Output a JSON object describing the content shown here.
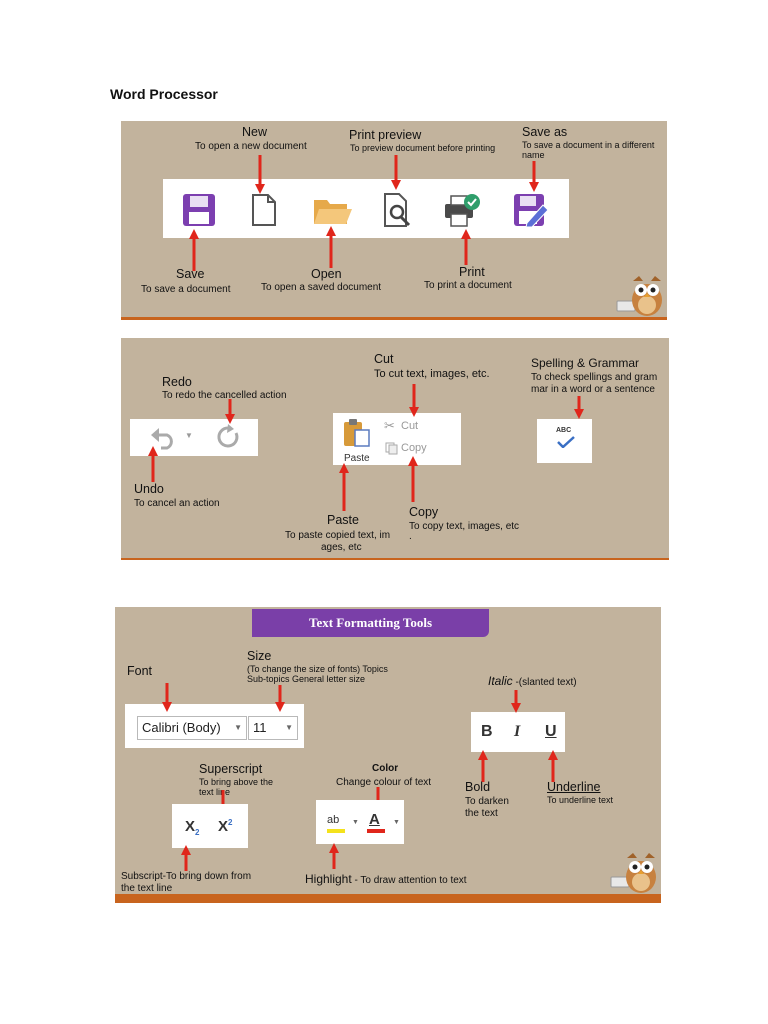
{
  "page": {
    "heading": "Word Processor"
  },
  "panel1": {
    "new": {
      "title": "New",
      "desc": "To open a new document"
    },
    "print_preview": {
      "title": "Print preview",
      "desc": "To preview document before printing"
    },
    "save_as": {
      "title": "Save as",
      "desc_line1": "To save a document in a different",
      "desc_line2": "name"
    },
    "save": {
      "title": "Save",
      "desc": "To save a document"
    },
    "open": {
      "title": "Open",
      "desc": "To open a saved document"
    },
    "print": {
      "title": "Print",
      "desc": "To print a document"
    },
    "icons": [
      "save-icon",
      "new-document-icon",
      "open-folder-icon",
      "print-preview-icon",
      "print-icon",
      "save-as-icon"
    ]
  },
  "panel2": {
    "cut": {
      "title": "Cut",
      "desc": "To cut text, images, etc."
    },
    "redo": {
      "title": "Redo",
      "desc": "To redo the cancelled action"
    },
    "spelling": {
      "title": "Spelling & Grammar",
      "desc_line1": "To check spellings and gram",
      "desc_line2": "mar in a word or a sentence"
    },
    "undo": {
      "title": "Undo",
      "desc": "To cancel an action"
    },
    "paste": {
      "title": "Paste",
      "desc_line1": "To paste copied text, im",
      "desc_line2": "ages, etc"
    },
    "copy": {
      "title": "Copy",
      "desc_line1": "To copy text, images, etc",
      "desc_line2": "."
    },
    "clipboard": {
      "cut_label": "Cut",
      "copy_label": "Copy",
      "paste_label": "Paste"
    },
    "abc_label": "ABC"
  },
  "panel3": {
    "title": "Text Formatting Tools",
    "font": {
      "title": "Font",
      "value": "Calibri (Body)"
    },
    "size": {
      "title": "Size",
      "desc_line1": "(To change the size of fonts) Topics",
      "desc_line2": "Sub-topics General letter size",
      "value": "11"
    },
    "italic": {
      "title": "Italic",
      "desc": " -(slanted text)"
    },
    "format_buttons": {
      "bold": "B",
      "italic": "I",
      "underline": "U"
    },
    "superscript": {
      "title": "Superscript",
      "desc_line1": "To bring above the",
      "desc_line2": "text line"
    },
    "color": {
      "title": "Color",
      "desc": "Change colour of text"
    },
    "bold": {
      "title": "Bold",
      "desc_line1": "To darken",
      "desc_line2": "the text"
    },
    "underline": {
      "title": "Underline",
      "desc": "To underline text"
    },
    "subscript": {
      "line1": "Subscript-To bring down from",
      "line2": "the text line"
    },
    "highlight": {
      "title": "Highlight",
      "desc": " - To draw attention to text"
    },
    "script_buttons": {
      "sub_base": "X",
      "sub_mark": "2",
      "sup_base": "X",
      "sup_mark": "2"
    },
    "highlight_button_label": "ab",
    "color_button_label": "A"
  },
  "colors": {
    "panel_bg": "#c2b39d",
    "accent_orange": "#c8641e",
    "arrow_red": "#e0261b",
    "title_purple": "#7a3fa8"
  }
}
